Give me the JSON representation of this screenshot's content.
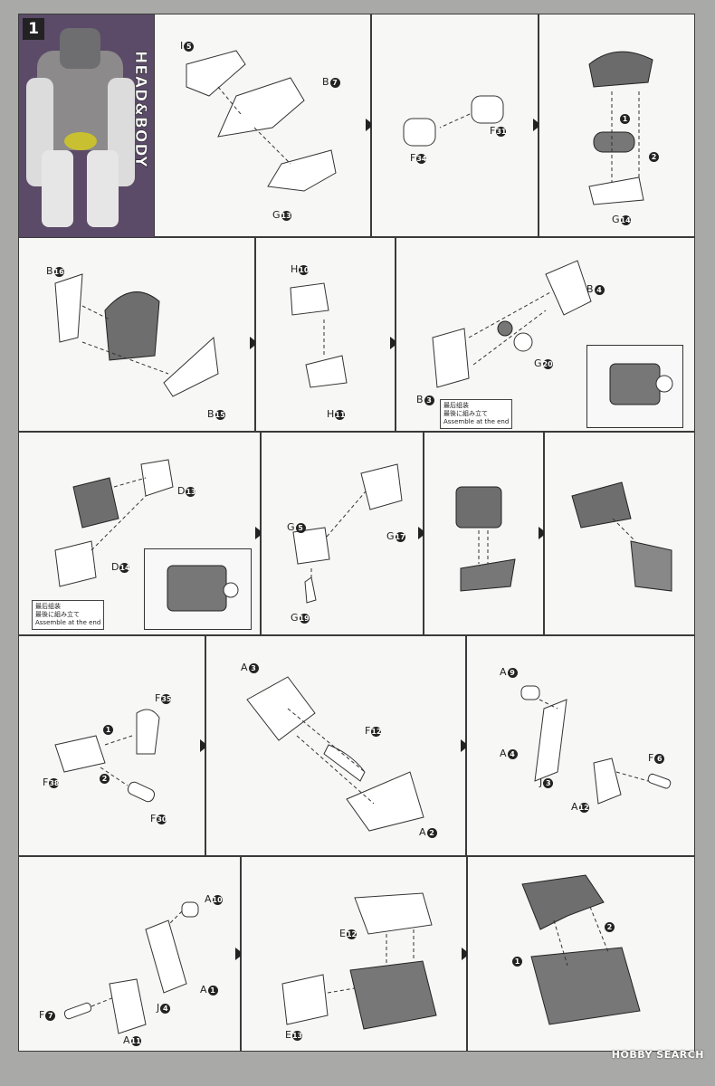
{
  "step": "1",
  "section_title": "HEAD&BODY",
  "labels": {
    "I5": "I",
    "I5n": "5",
    "B7": "B",
    "B7n": "7",
    "G13": "G",
    "G13n": "13",
    "F31": "F",
    "F31n": "31",
    "F34": "F",
    "F34n": "34",
    "G14": "G",
    "G14n": "14",
    "B16": "B",
    "B16n": "16",
    "B15": "B",
    "B15n": "15",
    "H10": "H",
    "H10n": "10",
    "H11": "H",
    "H11n": "11",
    "B4": "B",
    "B4n": "4",
    "G20": "G",
    "G20n": "20",
    "B3": "B",
    "B3n": "3",
    "D13": "D",
    "D13n": "13",
    "D14": "D",
    "D14n": "14",
    "G5": "G",
    "G5n": "5",
    "G17": "G",
    "G17n": "17",
    "G19": "G",
    "G19n": "19",
    "F35": "F",
    "F35n": "35",
    "F38": "F",
    "F38n": "38",
    "F30": "F",
    "F30n": "30",
    "A3": "A",
    "A3n": "3",
    "F12": "F",
    "F12n": "12",
    "A2": "A",
    "A2n": "2",
    "A9": "A",
    "A9n": "9",
    "A4": "A",
    "A4n": "4",
    "J3": "J",
    "J3n": "3",
    "F6": "F",
    "F6n": "6",
    "A12": "A",
    "A12n": "12",
    "A10": "A",
    "A10n": "10",
    "A1": "A",
    "A1n": "1",
    "J4": "J",
    "J4n": "4",
    "F7": "F",
    "F7n": "7",
    "A11": "A",
    "A11n": "11",
    "E12": "E",
    "E12n": "12",
    "E13": "E",
    "E13n": "13"
  },
  "order_marks": [
    "1",
    "2"
  ],
  "note": {
    "zh": "最后组装",
    "ja": "最後に組み立て",
    "en": "Assemble at the end"
  },
  "watermark": "HOBBY SEARCH",
  "colors": {
    "section_bg": "#5b4a68",
    "frame": "#3a3a3a"
  }
}
